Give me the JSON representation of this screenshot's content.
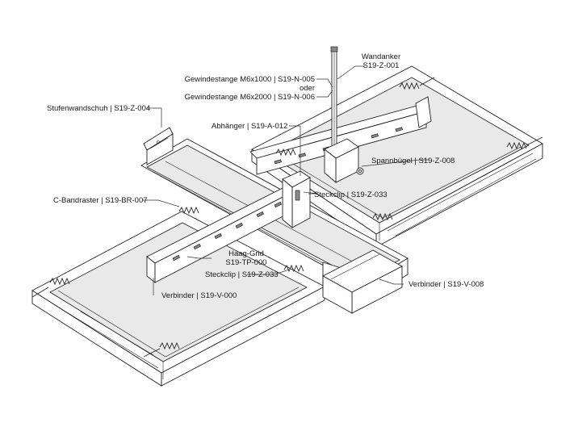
{
  "labels": {
    "wandanker_name": "Wandanker",
    "wandanker_code": "S19-Z-001",
    "gewinde_1": "Gewindestange M6x1000 | S19-N-005",
    "gewinde_oder": "oder",
    "gewinde_2": "Gewindestange M6x2000 | S19-N-006",
    "stufenwandschuh": "Stufenwandschuh | S19-Z-004",
    "abhaenger": "Abhänger | S19-A-012",
    "spannbuegel": "Spannbügel | S19-Z-008",
    "c_bandraster": "C-Bandraster | S19-BR-007",
    "steckclip_right": "Steckclip | S19-Z-033",
    "haag_grid_name": "Haag-Grid",
    "haag_grid_code": "S19-TP-000",
    "steckclip_left": "Steckclip | S19-Z-033",
    "verbinder_right": "Verbinder | S19-V-008",
    "verbinder_left": "Verbinder | S19-V-000"
  }
}
